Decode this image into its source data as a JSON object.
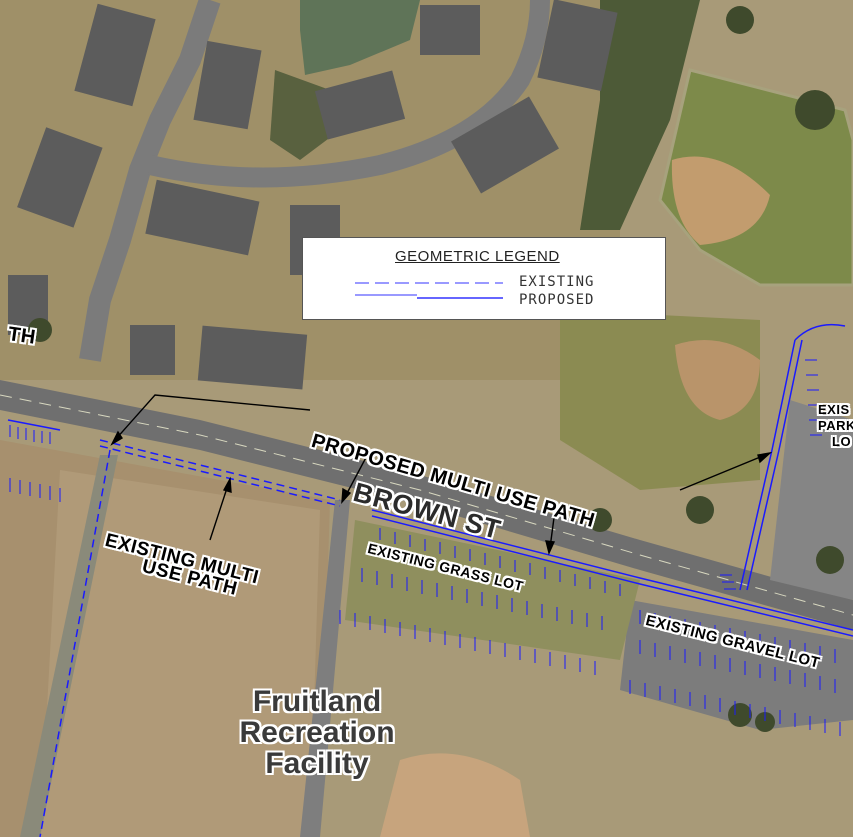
{
  "legend": {
    "title": "GEOMETRIC LEGEND",
    "existing_label": "EXISTING",
    "proposed_label": "PROPOSED"
  },
  "labels": {
    "path_left_fragment": "TH",
    "proposed_path": "PROPOSED MULTI USE PATH",
    "brown_st": "BROWN ST",
    "existing_path_line1": "EXISTING MULTI",
    "existing_path_line2": "USE PATH",
    "grass_lot": "EXISTING GRASS LOT",
    "gravel_lot": "EXISTING GRAVEL LOT",
    "parking_line1": "EXIS",
    "parking_line2": "PARK",
    "parking_line3": "LO",
    "facility_line1": "Fruitland",
    "facility_line2": "Recreation",
    "facility_line3": "Facility"
  },
  "colors": {
    "plan_blue": "#1a1aff",
    "grass": "#8a8a55",
    "field_brown": "#b9946a",
    "road": "#6e6e6e",
    "roof": "#5c5c5c"
  }
}
